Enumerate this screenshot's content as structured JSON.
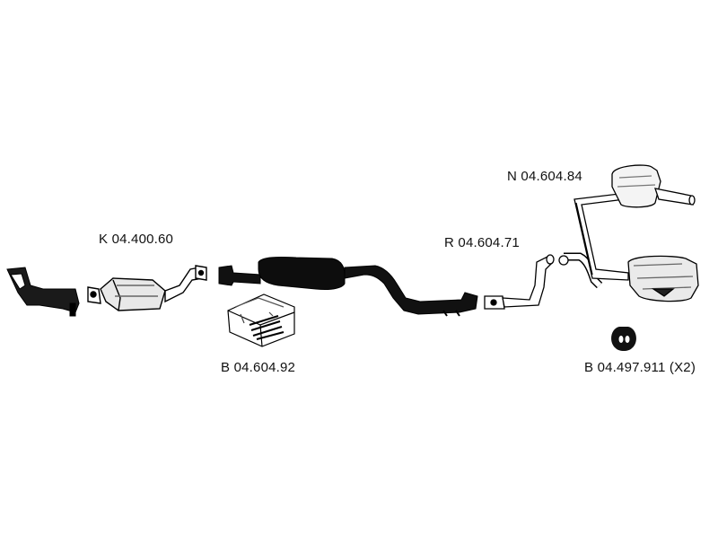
{
  "labels": {
    "catalyst": "K 04.400.60",
    "kit_front": "B 04.604.92",
    "intermediate_pipe": "R 04.604.71",
    "rear_silencer": "N 04.604.84",
    "rubber_mount": "B 04.497.911 (X2)"
  }
}
